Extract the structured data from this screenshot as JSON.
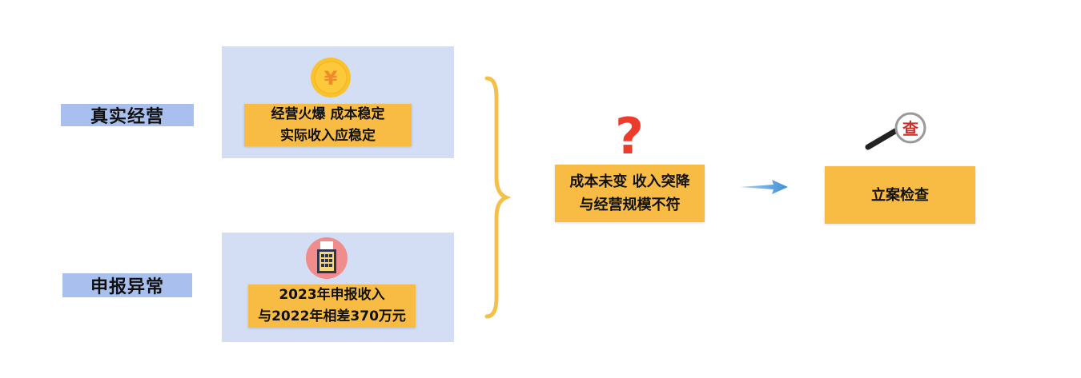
{
  "left_labels": {
    "real": "真实经营",
    "declared": "申报异常"
  },
  "top_panel": {
    "icon": "yuan-coin-icon",
    "line1": "经营火爆 成本稳定",
    "line2": "实际收入应稳定"
  },
  "bottom_panel": {
    "icon": "calculator-icon",
    "line1": "2023年申报收入",
    "line2": "与2022年相差370万元"
  },
  "middle": {
    "icon": "question-mark-icon",
    "line1": "成本未变 收入突降",
    "line2": "与经营规模不符"
  },
  "result": {
    "icon": "magnifier-icon",
    "icon_text": "查",
    "label": "立案检查"
  },
  "colors": {
    "label_blue": "#a9bfee",
    "panel_blue": "#d3def5",
    "orange": "#f8bc45",
    "red": "#ee3b2c",
    "arrow": "#3e8fd6"
  }
}
